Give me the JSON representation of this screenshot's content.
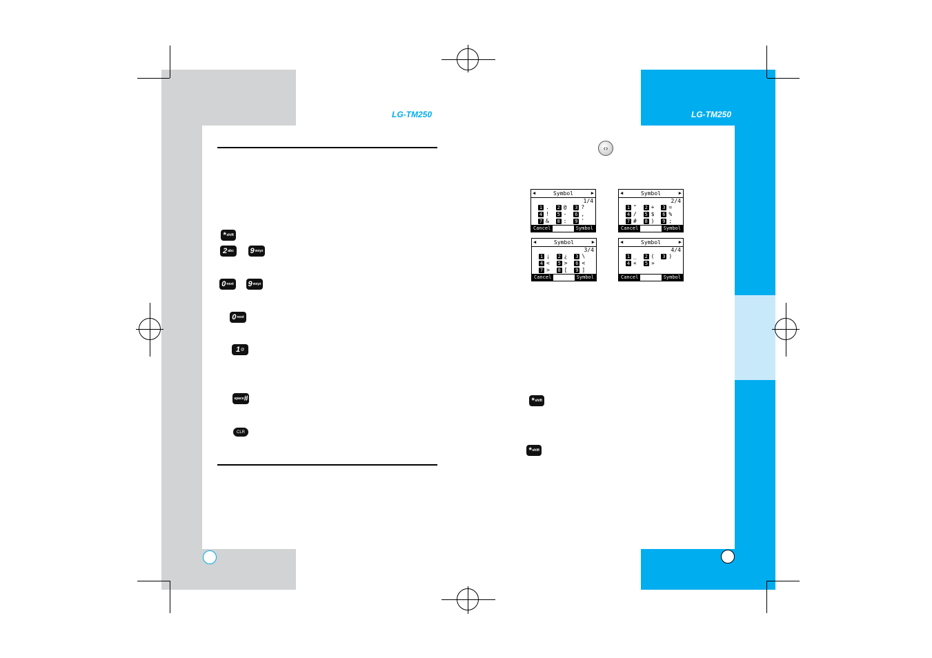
{
  "left_page": {
    "model": "LG-TM250"
  },
  "right_page": {
    "model": "LG-TM250"
  },
  "keys": {
    "shift": {
      "big": "*",
      "sub": "shift"
    },
    "two": {
      "big": "2",
      "sub": "abc"
    },
    "nine": {
      "big": "9",
      "sub": "wxyz"
    },
    "zero": {
      "big": "0",
      "sub": "next"
    },
    "one": {
      "big": "1",
      "sub": "@"
    },
    "pound": {
      "big": "#",
      "sub": "space"
    },
    "clr": {
      "big": "CLR"
    }
  },
  "screens": [
    {
      "title": "Symbol",
      "page": "1/4",
      "softkey_left": "Cancel",
      "softkey_right": "Symbol",
      "rows": [
        [
          {
            "n": "1",
            "s": "."
          },
          {
            "n": "2",
            "s": "@"
          },
          {
            "n": "3",
            "s": "?"
          }
        ],
        [
          {
            "n": "4",
            "s": "!"
          },
          {
            "n": "5",
            "s": "-"
          },
          {
            "n": "6",
            "s": ","
          }
        ],
        [
          {
            "n": "7",
            "s": "&"
          },
          {
            "n": "8",
            "s": ":"
          },
          {
            "n": "9",
            "s": "'"
          }
        ]
      ]
    },
    {
      "title": "Symbol",
      "page": "2/4",
      "softkey_left": "Cancel",
      "softkey_right": "Symbol",
      "rows": [
        [
          {
            "n": "1",
            "s": "\""
          },
          {
            "n": "2",
            "s": "+"
          },
          {
            "n": "3",
            "s": "="
          }
        ],
        [
          {
            "n": "4",
            "s": "/"
          },
          {
            "n": "5",
            "s": "$"
          },
          {
            "n": "6",
            "s": "%"
          }
        ],
        [
          {
            "n": "7",
            "s": "#"
          },
          {
            "n": "8",
            "s": ")"
          },
          {
            "n": "9",
            "s": ";"
          }
        ]
      ]
    },
    {
      "title": "Symbol",
      "page": "3/4",
      "softkey_left": "Cancel",
      "softkey_right": "Symbol",
      "rows": [
        [
          {
            "n": "1",
            "s": "¡"
          },
          {
            "n": "2",
            "s": "¿"
          },
          {
            "n": "3",
            "s": "\\"
          }
        ],
        [
          {
            "n": "4",
            "s": "<"
          },
          {
            "n": "5",
            "s": ">"
          },
          {
            "n": "6",
            "s": "<"
          }
        ],
        [
          {
            "n": "7",
            "s": ">"
          },
          {
            "n": "8",
            "s": "["
          },
          {
            "n": "9",
            "s": "]"
          }
        ]
      ]
    },
    {
      "title": "Symbol",
      "page": "4/4",
      "softkey_left": "Cancel",
      "softkey_right": "Symbol",
      "rows": [
        [
          {
            "n": "1",
            "s": "_"
          },
          {
            "n": "2",
            "s": "("
          },
          {
            "n": "3",
            "s": ")"
          }
        ],
        [
          {
            "n": "4",
            "s": "«"
          },
          {
            "n": "5",
            "s": "»"
          }
        ]
      ]
    }
  ]
}
